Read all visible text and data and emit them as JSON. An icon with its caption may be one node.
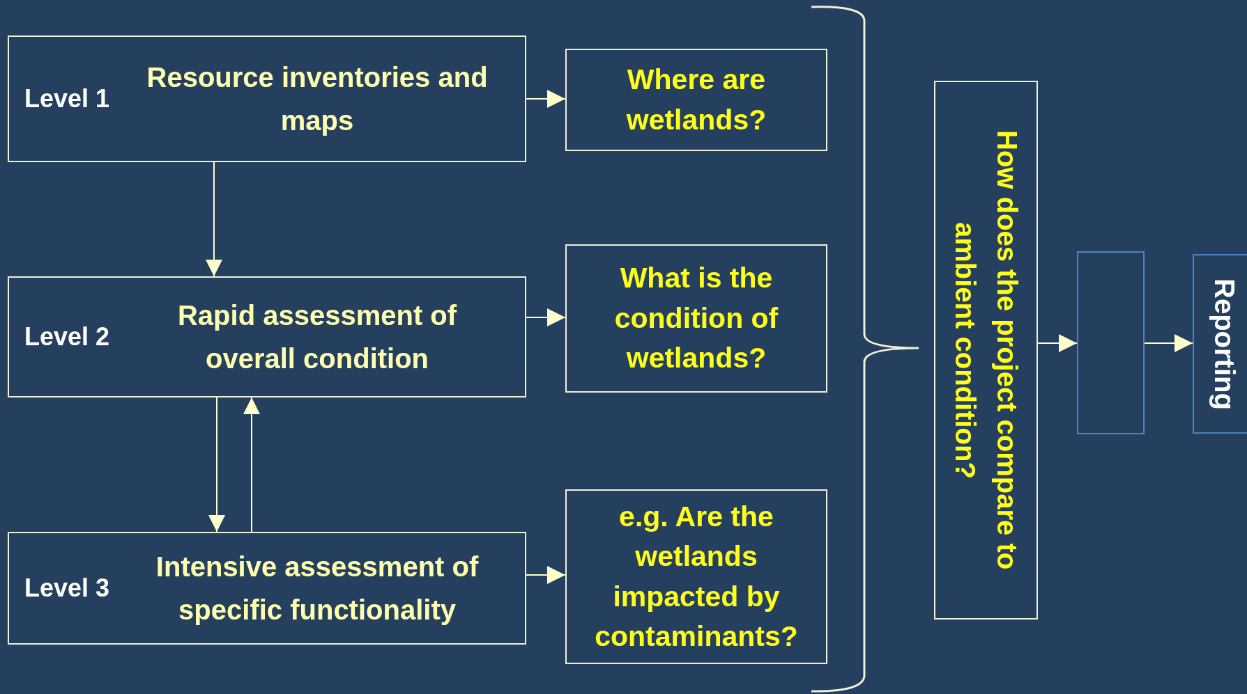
{
  "diagram": {
    "nodes": [
      {
        "text": [
          "Level 1",
          "Resource inventories and maps"
        ]
      },
      {
        "text": [
          "Where are wetlands?"
        ]
      },
      {
        "text": [
          "Level 2",
          "Rapid assessment of overall condition"
        ]
      },
      {
        "text": [
          "What is the condition of wetlands?"
        ]
      },
      {
        "text": [
          "Level 3",
          "Intensive assessment of specific functionality"
        ]
      },
      {
        "text": [
          "e.g. Are the wetlands impacted by contaminants?"
        ]
      },
      {
        "text": [
          "How does the project compare to ambient condition?"
        ]
      },
      {
        "text": [],
        "shape": "box"
      },
      {
        "text": [
          "Reporting"
        ]
      }
    ],
    "edges": [
      {
        "from": 0,
        "to": 1,
        "arrow": "to"
      },
      {
        "from": 0,
        "to": 2,
        "arrow": "to"
      },
      {
        "from": 2,
        "to": 3,
        "arrow": "to"
      },
      {
        "from": 2,
        "to": 4,
        "arrow": "to"
      },
      {
        "from": 4,
        "to": 2,
        "arrow": "to"
      },
      {
        "from": 4,
        "to": 5,
        "arrow": "to"
      },
      {
        "from": 6,
        "to": 7,
        "arrow": "to"
      },
      {
        "from": 7,
        "to": 8,
        "arrow": "to"
      }
    ]
  }
}
